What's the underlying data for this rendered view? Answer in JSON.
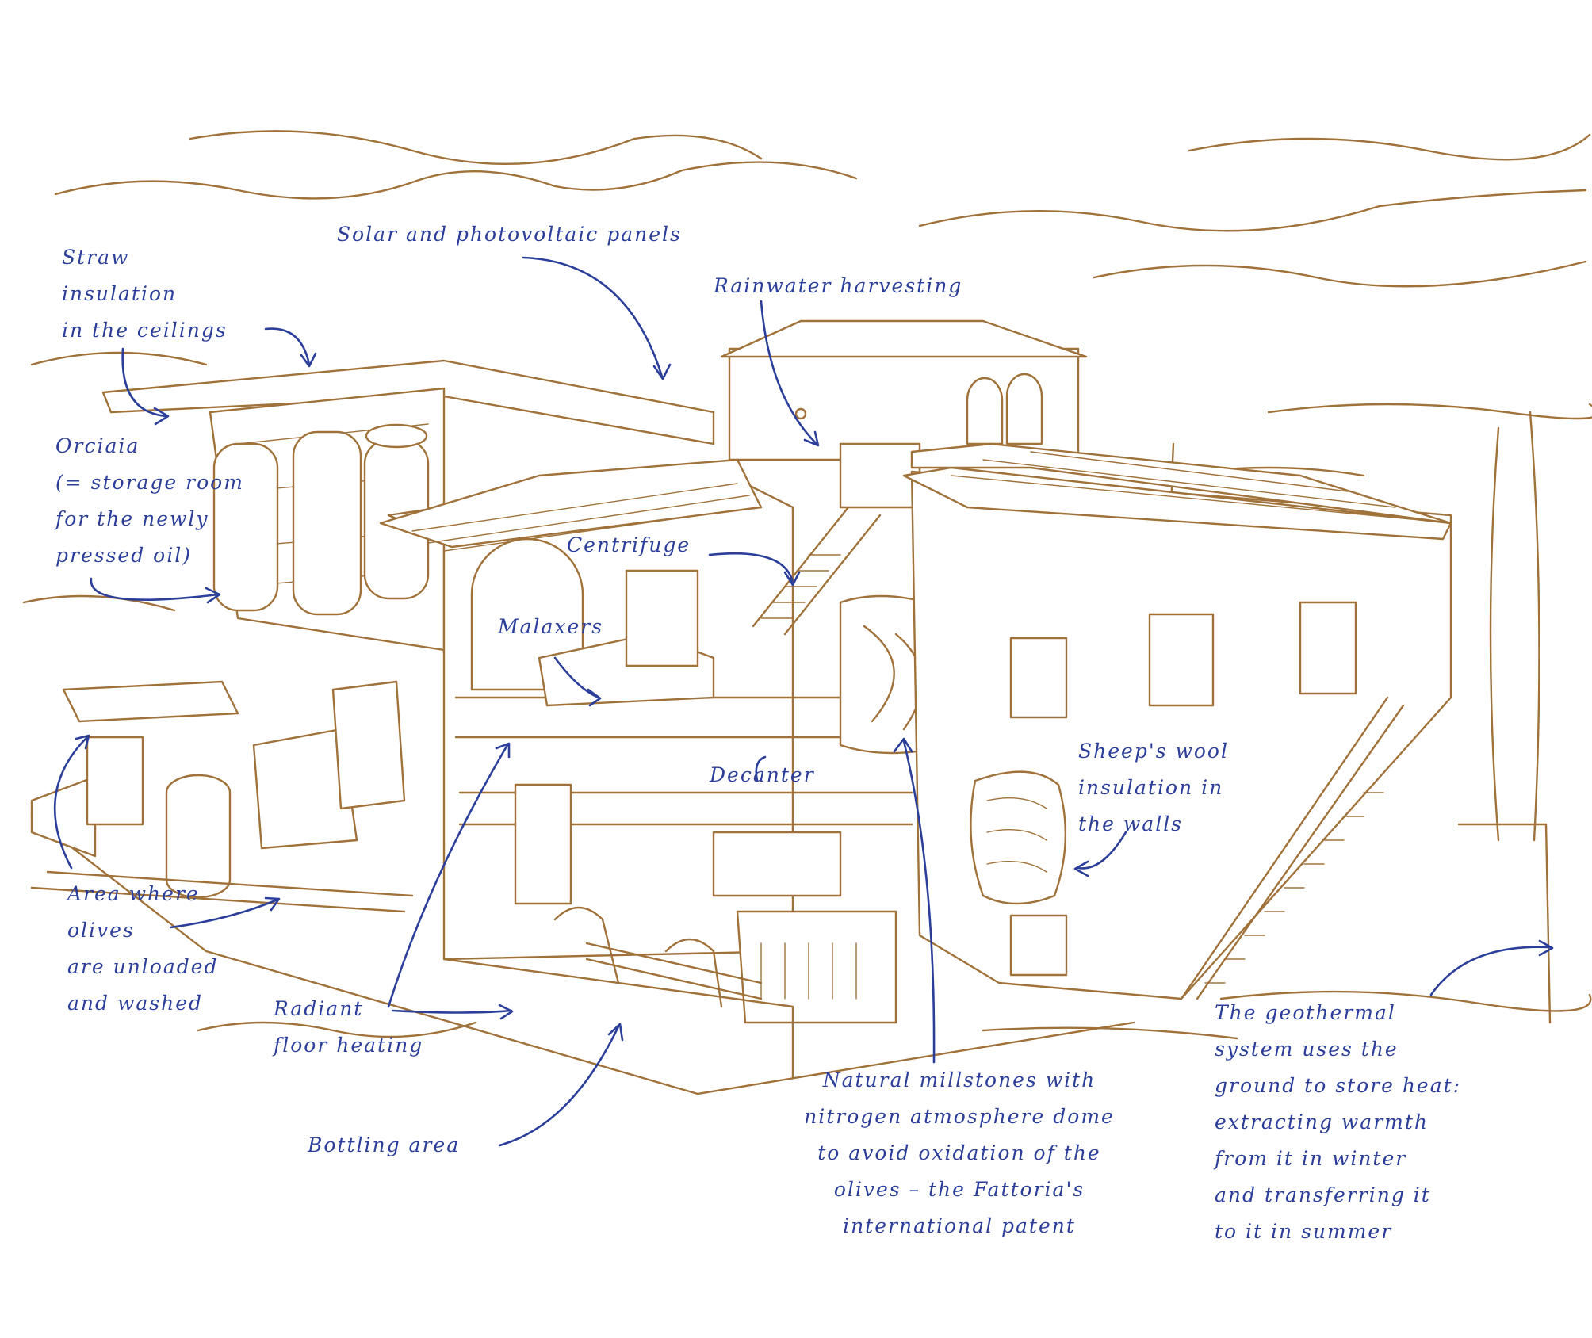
{
  "colors": {
    "sketch": "#a0723a",
    "ink": "#2b3f9a",
    "background": "#ffffff"
  },
  "labels": {
    "straw": "Straw\ninsulation\nin the ceilings",
    "solar": "Solar and photovoltaic panels",
    "rainwater": "Rainwater harvesting",
    "orciaia": "Orciaia\n(= storage room\nfor the newly\npressed oil)",
    "centrifuge": "Centrifuge",
    "malaxers": "Malaxers",
    "decanter": "Decanter",
    "sheep": "Sheep's wool\ninsulation in\nthe walls",
    "olives": "Area where\nolives\nare unloaded\nand washed",
    "radiant": "Radiant\nfloor heating",
    "bottling": "Bottling area",
    "millstones": "Natural millstones with\nnitrogen atmosphere dome\nto avoid oxidation of the\nolives – the Fattoria's\ninternational patent",
    "geothermal": "The geothermal\nsystem uses the\nground to store heat:\nextracting warmth\nfrom it in winter\nand transferring it\nto it in summer"
  }
}
